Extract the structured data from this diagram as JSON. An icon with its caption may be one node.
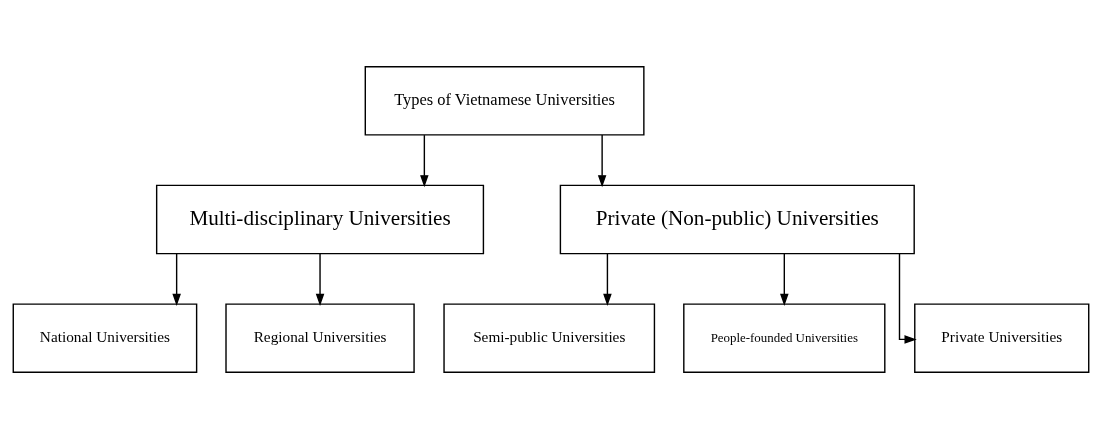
{
  "diagram": {
    "nodes": [
      {
        "text": [
          "Types of Vietnamese Universities"
        ]
      },
      {
        "text": [
          "Multi-disciplinary Universities"
        ]
      },
      {
        "text": [
          "Private (Non-public) Universities"
        ]
      },
      {
        "text": [
          "National Universities"
        ]
      },
      {
        "text": [
          "Regional Universities"
        ]
      },
      {
        "text": [
          "Semi-public Universities"
        ]
      },
      {
        "text": [
          "People-founded Universities"
        ]
      },
      {
        "text": [
          "Private Universities"
        ]
      }
    ],
    "edges": [
      {
        "from": 0,
        "to": 1,
        "arrow": "to"
      },
      {
        "from": 0,
        "to": 2,
        "arrow": "to"
      },
      {
        "from": 1,
        "to": 3,
        "arrow": "to"
      },
      {
        "from": 1,
        "to": 4,
        "arrow": "to"
      },
      {
        "from": 2,
        "to": 5,
        "arrow": "to"
      },
      {
        "from": 2,
        "to": 6,
        "arrow": "to"
      },
      {
        "from": 2,
        "to": 7,
        "arrow": "to"
      }
    ]
  }
}
